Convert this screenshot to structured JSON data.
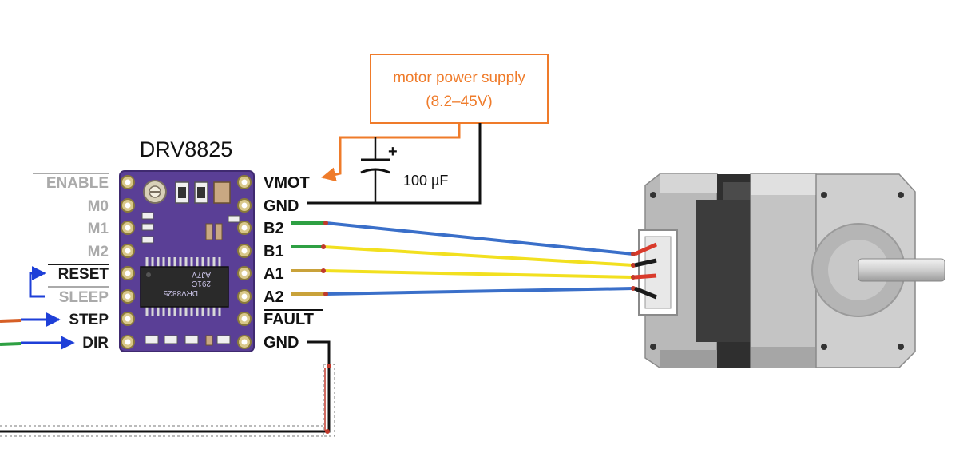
{
  "chip": {
    "name": "DRV8825",
    "marking_line1": "DRV8825",
    "marking_line2": "291C",
    "marking_line3": "AJ7V"
  },
  "supply": {
    "line1": "motor power supply",
    "line2": "(8.2–45V)"
  },
  "capacitor": {
    "label": "100 µF",
    "polarity": "+"
  },
  "left_pins": [
    "ENABLE",
    "M0",
    "M1",
    "M2",
    "RESET",
    "SLEEP",
    "STEP",
    "DIR"
  ],
  "right_pins": [
    "VMOT",
    "GND",
    "B2",
    "B1",
    "A1",
    "A2",
    "FAULT",
    "GND"
  ],
  "colors": {
    "supply": "#ef7b2a",
    "wire_blue": "#3a6fc9",
    "wire_yellow": "#f2e01f",
    "wire_green": "#2ea043",
    "wire_red": "#d93a2b",
    "wire_black": "#1a1a1a",
    "signal_arrow": "#1e3fd8",
    "board": "#5a3f96"
  }
}
